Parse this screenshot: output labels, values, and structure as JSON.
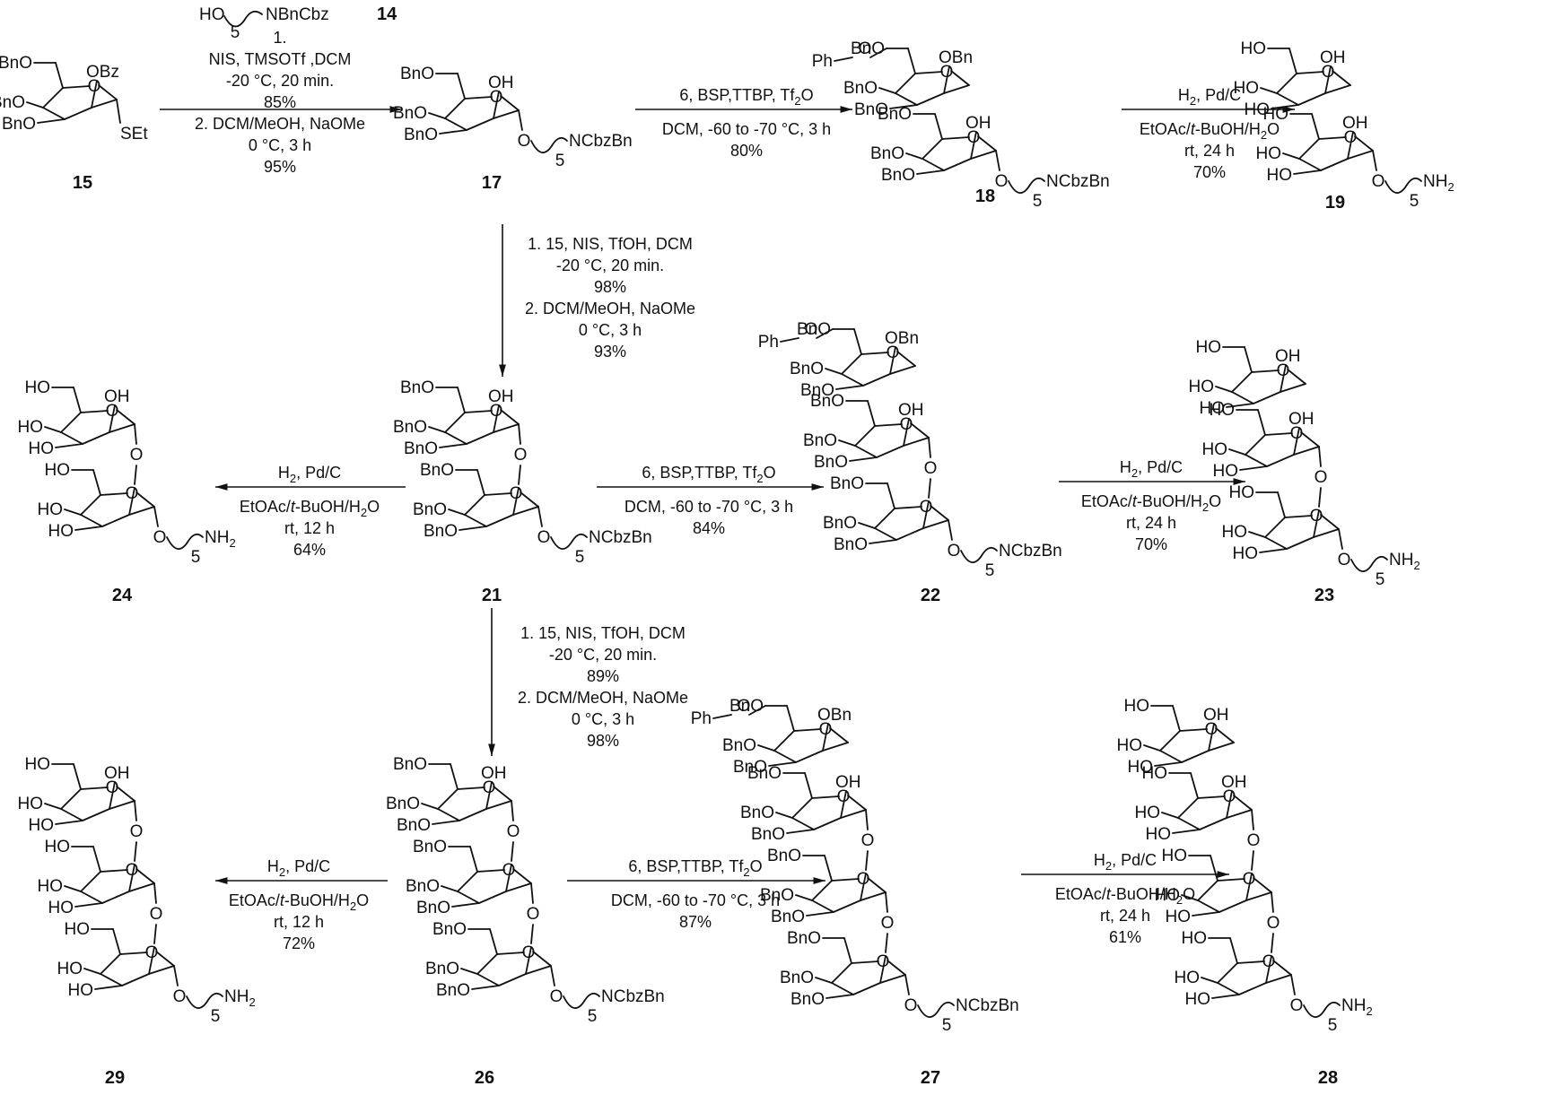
{
  "colors": {
    "ink": "#111111",
    "background": "#ffffff"
  },
  "reagent": {
    "label": "14",
    "name": "NBnCbz",
    "oh": "HO"
  },
  "compounds": [
    {
      "id": "15",
      "pos": "c15"
    },
    {
      "id": "17",
      "pos": "c17"
    },
    {
      "id": "18",
      "pos": "c18"
    },
    {
      "id": "19",
      "pos": "c19"
    },
    {
      "id": "21",
      "pos": "c21"
    },
    {
      "id": "22",
      "pos": "c22"
    },
    {
      "id": "23",
      "pos": "c23"
    },
    {
      "id": "24",
      "pos": "c24"
    },
    {
      "id": "26",
      "pos": "c26"
    },
    {
      "id": "27",
      "pos": "c27"
    },
    {
      "id": "28",
      "pos": "c28"
    },
    {
      "id": "29",
      "pos": "c29"
    }
  ],
  "steps": {
    "s15_17": {
      "lines": [
        "1.",
        "NIS, TMSOTf ,DCM",
        "-20 °C, 20 min.",
        "85%",
        "2. DCM/MeOH, NaOMe",
        "0 °C, 3 h",
        "95%"
      ]
    },
    "s17_18": {
      "above": [
        "6, BSP,TTBP, Tf2O"
      ],
      "below": [
        "DCM, -60 to -70 °C, 3 h",
        "80%"
      ]
    },
    "s18_19": {
      "above": [
        "H2, Pd/C"
      ],
      "below": [
        "EtOAc/t-BuOH/H2O",
        "rt, 24 h",
        "70%"
      ]
    },
    "s17_21": {
      "lines": [
        "1. 15, NIS, TfOH, DCM",
        "-20 °C, 20 min.",
        "98%",
        "2. DCM/MeOH, NaOMe",
        "0 °C, 3 h",
        "93%"
      ]
    },
    "s21_22": {
      "above": [
        "6, BSP,TTBP, Tf2O"
      ],
      "below": [
        "DCM, -60 to -70 °C, 3 h",
        "84%"
      ]
    },
    "s22_23": {
      "above": [
        "H2, Pd/C"
      ],
      "below": [
        "EtOAc/t-BuOH/H2O",
        "rt, 24 h",
        "70%"
      ]
    },
    "s21_24": {
      "above": [
        "H2, Pd/C"
      ],
      "below": [
        "EtOAc/t-BuOH/H2O",
        "rt, 12 h",
        "64%"
      ]
    },
    "s21_26": {
      "lines": [
        "1. 15, NIS, TfOH, DCM",
        "-20 °C, 20 min.",
        "89%",
        "2. DCM/MeOH, NaOMe",
        "0 °C, 3 h",
        "98%"
      ]
    },
    "s26_27": {
      "above": [
        "6, BSP,TTBP, Tf2O"
      ],
      "below": [
        "DCM, -60 to -70 °C, 3 h",
        "87%"
      ]
    },
    "s27_28": {
      "above": [
        "H2, Pd/C"
      ],
      "below": [
        "EtOAc/t-BuOH/H2O",
        "rt, 24 h",
        "61%"
      ]
    },
    "s26_29": {
      "above": [
        "H2, Pd/C"
      ],
      "below": [
        "EtOAc/t-BuOH/H2O",
        "rt, 12 h",
        "72%"
      ]
    }
  },
  "labels": {
    "obz": "OBz",
    "set": "SEt",
    "oh": "OH",
    "obn": "OBn",
    "bno": "BnO",
    "ho": "HO",
    "ph": "Ph",
    "o": "O",
    "ncbzbn": "NCbzBn",
    "nh2": "NH2",
    "n5": "5"
  }
}
